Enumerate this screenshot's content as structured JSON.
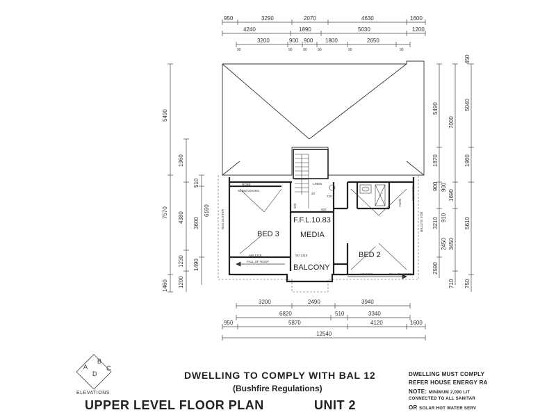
{
  "dimensions": {
    "top_row1": [
      "950",
      "3290",
      "2070",
      "4630",
      "1600"
    ],
    "top_row2": [
      "4240",
      "1890",
      "5030",
      "1200"
    ],
    "top_row3": [
      "3200",
      "900",
      "900",
      "1800",
      "2650"
    ],
    "top_row3_wall": "90",
    "bottom_row1": [
      "3200",
      "2490",
      "3940"
    ],
    "bottom_row2": [
      "6820",
      "510",
      "3340"
    ],
    "bottom_row3": [
      "950",
      "5870",
      "4120",
      "1600"
    ],
    "bottom_row4": [
      "12540"
    ],
    "left_outer": [
      "5490",
      "7570",
      "1460"
    ],
    "left_mid": [
      "1960",
      "4380",
      "1230",
      "1200"
    ],
    "left_inner": [
      "510",
      "6160",
      "3600",
      "1490"
    ],
    "right_inner": [
      "5490",
      "1870",
      "900",
      "3210",
      "2590"
    ],
    "right_inner_small": [
      "900",
      "910",
      "2450"
    ],
    "right_mid": [
      "7000",
      "1690",
      "3450",
      "710"
    ],
    "right_outer": [
      "450",
      "5040",
      "1960",
      "5610",
      "750"
    ]
  },
  "plan_labels": {
    "ffl": "F.F.L.10.83",
    "bed3": "BED 3",
    "media": "MEDIA",
    "bed2": "BED 2",
    "balcony": "BALCONY",
    "linen": "LINEN",
    "bath": "BATH",
    "box_gutter": "BOX GUTTER",
    "fall_of_roof": "FALL OF ROOF",
    "robe": "ROBE",
    "slide_doors": "SLIDE DOORS",
    "aw_bed3": "AW 1218",
    "sd_media": "SD 2115",
    "aw_bed2": "AW 1518",
    "asbestos": "ASBESTOS",
    "d720": "720",
    "d820": "820",
    "d920": "920",
    "d20": "20"
  },
  "logo": {
    "a": "A",
    "b": "B",
    "c": "C",
    "d": "D",
    "caption": "ELEVATIONS"
  },
  "titles": {
    "bal": "DWELLING TO COMPLY WITH BAL 12",
    "bushfire": "(Bushfire Regulations)",
    "plan": "UPPER LEVEL FLOOR PLAN",
    "unit": "UNIT 2"
  },
  "notes": {
    "line1": "DWELLING MUST COMPLY",
    "line2": "REFER HOUSE ENERGY RA",
    "line3_label": "NOTE:",
    "line3_text": "MINIMUM 2,000 LIT",
    "line4": "CONNECTED TO ALL SANITAR",
    "line5_label": "OR",
    "line5_text": "SOLAR HOT WATER SERV"
  }
}
